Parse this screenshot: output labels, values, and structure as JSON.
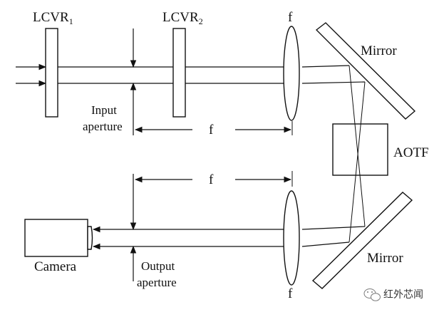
{
  "labels": {
    "lcvr1_main": "LCVR",
    "lcvr1_sub": "1",
    "lcvr2_main": "LCVR",
    "lcvr2_sub": "2",
    "lens_top": "f",
    "lens_bottom": "f",
    "mirror_top": "Mirror",
    "mirror_bottom": "Mirror",
    "aotf": "AOTF",
    "input_aperture_line1": "Input",
    "input_aperture_line2": "aperture",
    "output_aperture_line1": "Output",
    "output_aperture_line2": "aperture",
    "focal_top": "f",
    "focal_bottom": "f",
    "camera": "Camera"
  },
  "watermark": {
    "text": "红外芯闻",
    "icon": "wechat-icon"
  }
}
